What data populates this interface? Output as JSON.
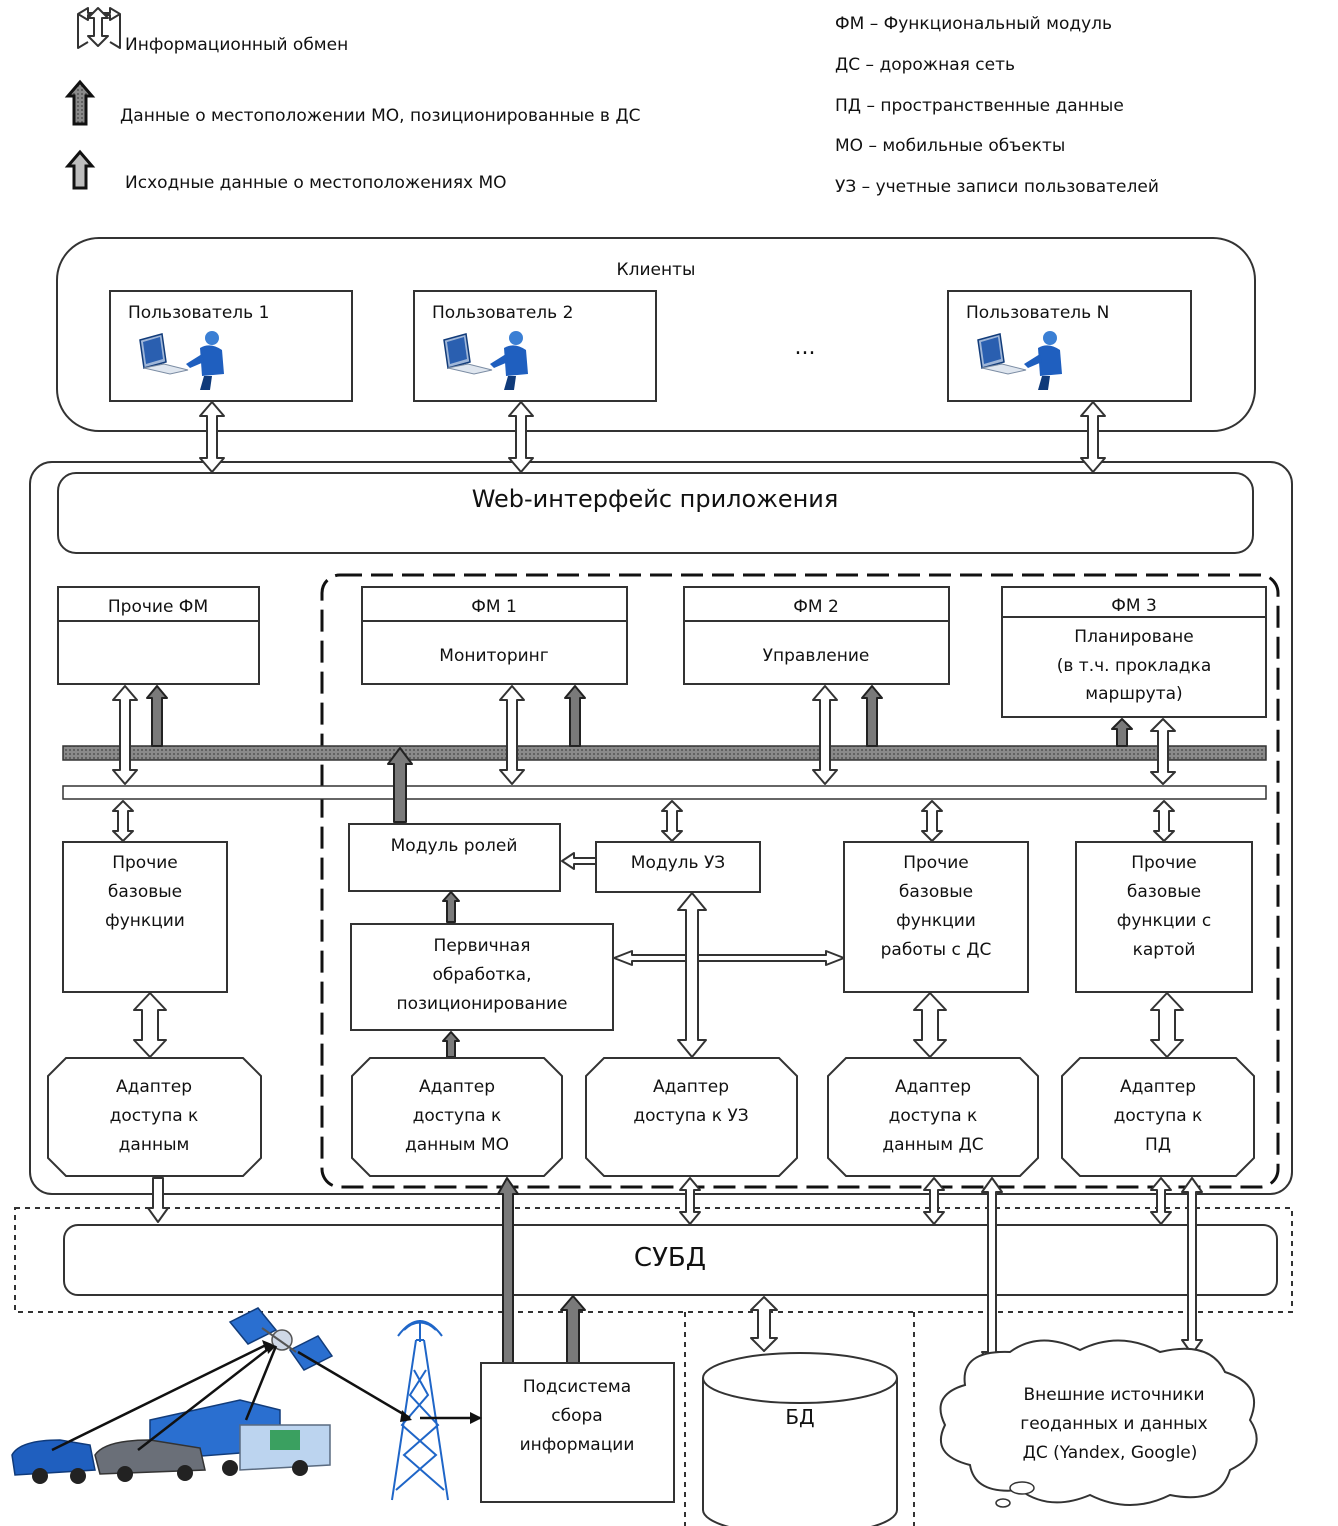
{
  "legend": {
    "info_exchange": "Информационный обмен",
    "positioned_data": "Данные о местоположении МО, позиционированные в ДС",
    "raw_data": "Исходные данные о местоположениях МО"
  },
  "abbreviations": [
    "ФМ – Функциональный модуль",
    "ДС – дорожная сеть",
    "ПД – пространственные данные",
    "МО – мобильные объекты",
    "УЗ – учетные записи пользователей"
  ],
  "clients": {
    "title": "Клиенты",
    "users": [
      "Пользователь 1",
      "Пользователь 2",
      "Пользователь N"
    ],
    "ellipsis": "..."
  },
  "web_interface": "Web-интерфейс приложения",
  "other_fm": "Прочие ФМ",
  "fm1": {
    "title": "ФМ 1",
    "name": "Мониторинг"
  },
  "fm2": {
    "title": "ФМ 2",
    "name": "Управление"
  },
  "fm3": {
    "title": "ФМ 3",
    "name": [
      "Планироване",
      "(в т.ч. прокладка",
      "маршрута)"
    ]
  },
  "other_base_functions": [
    "Прочие",
    "базовые",
    "функции"
  ],
  "roles_module": "Модуль ролей",
  "uz_module": "Модуль УЗ",
  "primary_processing": [
    "Первичная",
    "обработка,",
    "позиционирование"
  ],
  "road_functions": [
    "Прочие",
    "базовые",
    "функции",
    "работы с ДС"
  ],
  "map_functions": [
    "Прочие",
    "базовые",
    "функции с",
    "картой"
  ],
  "adapters": {
    "data": [
      "Адаптер",
      "доступа к",
      "данным"
    ],
    "mo": [
      "Адаптер",
      "доступа к",
      "данным МО"
    ],
    "uz": [
      "Адаптер",
      "доступа к УЗ"
    ],
    "ds": [
      "Адаптер",
      "доступа к",
      "данным ДС"
    ],
    "pd": [
      "Адаптер",
      "доступа к",
      "ПД"
    ]
  },
  "dbms": "СУБД",
  "collection_subsystem": [
    "Подсистема",
    "сбора",
    "информации"
  ],
  "database": "БД",
  "external_sources": [
    "Внешние источники",
    "геоданных и данных",
    "ДС (Yandex, Google)"
  ]
}
